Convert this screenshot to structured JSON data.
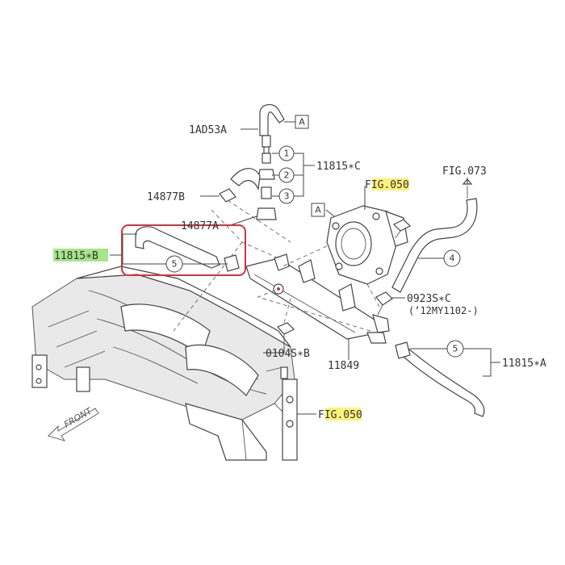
{
  "colors": {
    "highlight_yellow": "#fdf27a",
    "highlight_green": "#a6e58a",
    "callout_red": "#d0343c",
    "line": "#444444"
  },
  "labels": {
    "part_1ad53a": "1AD53A",
    "part_11815c": "11815∗C",
    "part_14877b": "14877B",
    "part_14877a": "14877A",
    "part_11815b": "11815∗B",
    "part_fig050_top_prefix": "F",
    "part_fig050_top_hl": "IG.050",
    "part_fig073": "FIG.073",
    "part_0923sc": "0923S∗C",
    "part_0923sc_note": "(’12MY1102-)",
    "part_0104sb": "0104S∗B",
    "part_11849": "11849",
    "part_11815a": "11815∗A",
    "part_fig050_bot_prefix": "F",
    "part_fig050_bot_hl": "IG.050",
    "front_text": "FRONT"
  },
  "callouts": {
    "c1": "1",
    "c2": "2",
    "c3": "3",
    "c4": "4",
    "c5_upper": "5",
    "c5_lower": "5",
    "ref_a_top": "A",
    "ref_a_mid": "A"
  }
}
